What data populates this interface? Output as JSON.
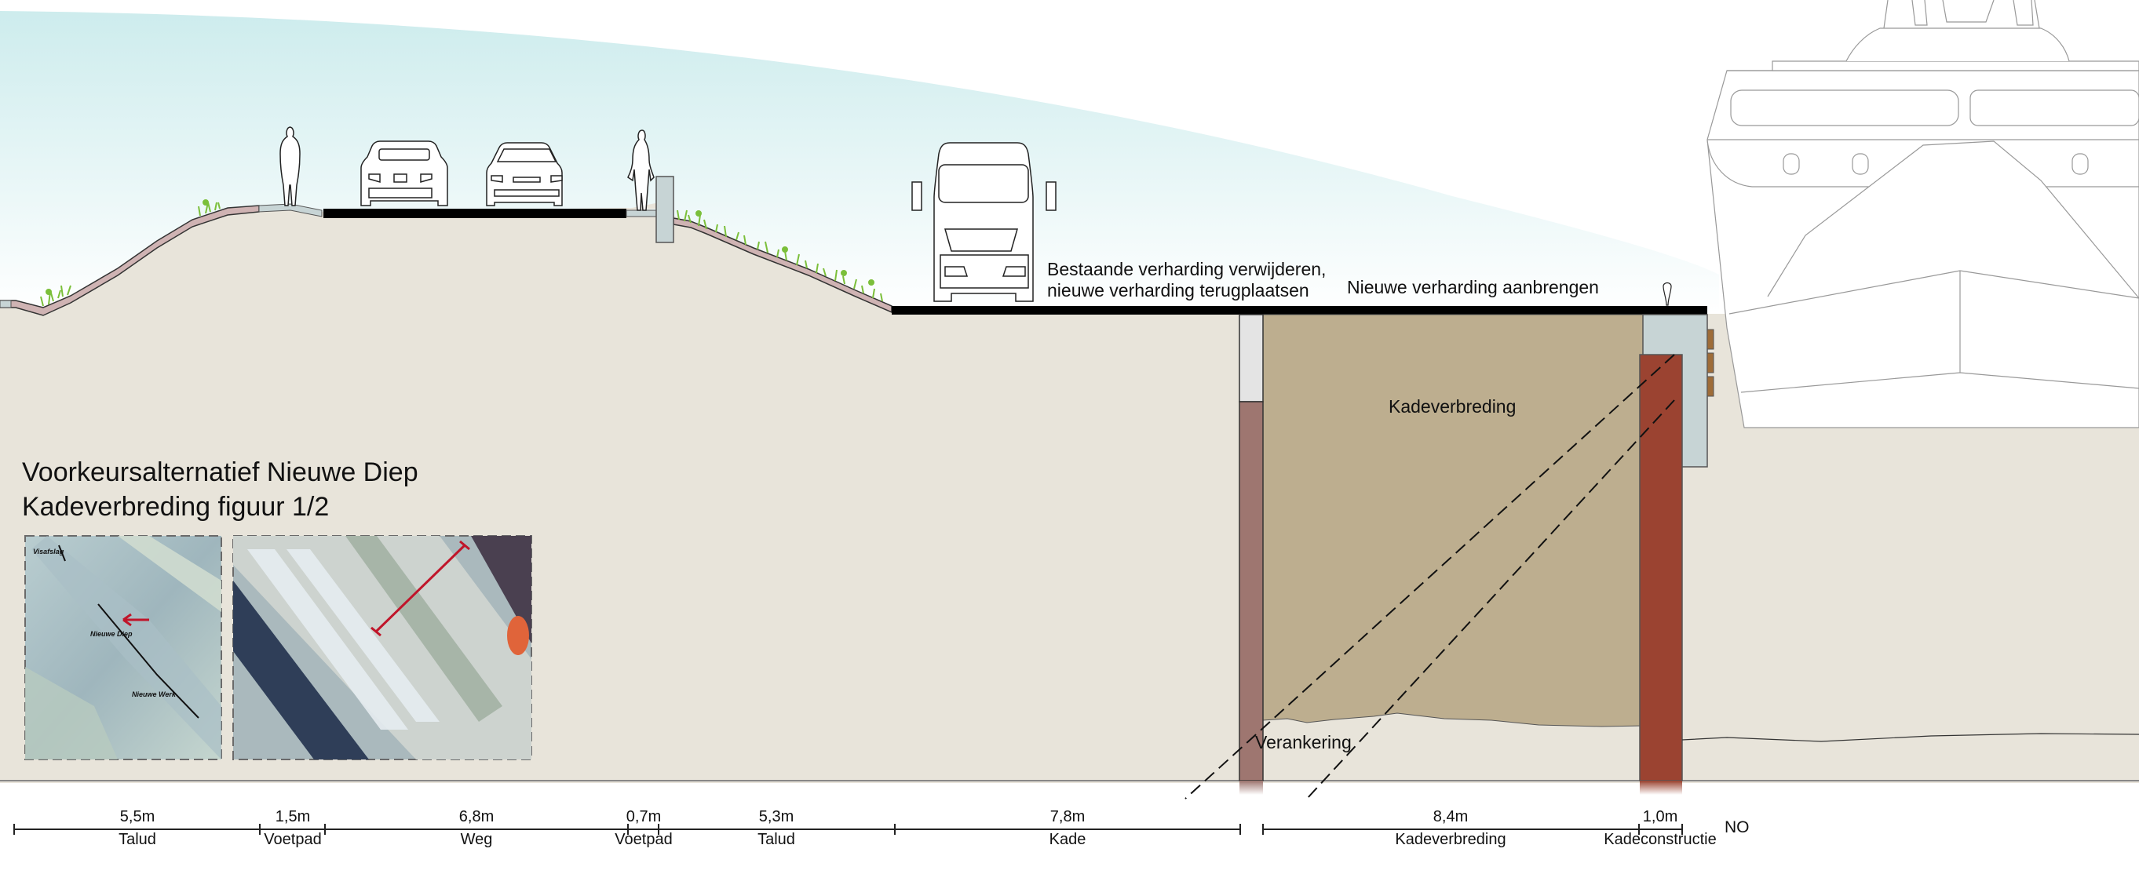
{
  "title": {
    "line1": "Voorkeursalternatief Nieuwe Diep",
    "line2": "Kadeverbreding figuur 1/2"
  },
  "annotations": {
    "existing_paving_line1": "Bestaande verharding verwijderen,",
    "existing_paving_line2": "nieuwe verharding terugplaatsen",
    "new_paving": "Nieuwe verharding aanbrengen",
    "quay_widening": "Kadeverbreding",
    "anchoring": "Verankering"
  },
  "overview_map": {
    "labels": [
      "Visafslag",
      "Nieuwe Diep",
      "Nieuwe Werk"
    ]
  },
  "dimensions": {
    "segments": [
      {
        "value": "5,5m",
        "name": "Talud"
      },
      {
        "value": "1,5m",
        "name": "Voetpad"
      },
      {
        "value": "6,8m",
        "name": "Weg"
      },
      {
        "value": "0,7m",
        "name": "Voetpad"
      },
      {
        "value": "5,3m",
        "name": "Talud"
      },
      {
        "value": "7,8m",
        "name": "Kade"
      },
      {
        "value": "8,4m",
        "name": "Kadeverbreding"
      },
      {
        "value": "1,0m",
        "name": "Kadeconstructie"
      }
    ],
    "orientation": "NO"
  },
  "colors": {
    "sky_top": "#cdeced",
    "ground": "#e8e4da",
    "quay_fill": "#bdae8f",
    "old_sheetpile": "#9e7670",
    "new_sheetpile": "#9b4331",
    "quay_wall": "#c7d4d5",
    "fender": "#9e6c38",
    "water_top": "#eaf9fd",
    "water_bottom": "#78aebb",
    "pavement": "#000000",
    "slope_layer": "#cfb3b3",
    "grass": "#7bbf3a",
    "arrow_red": "#c0152a"
  }
}
